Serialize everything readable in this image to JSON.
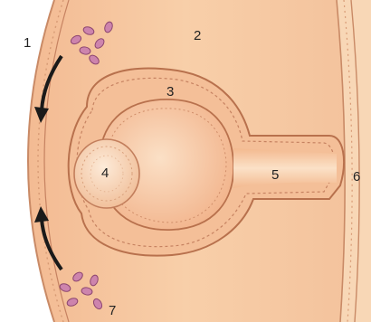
{
  "labels": {
    "l1": "1",
    "l2": "2",
    "l3": "3",
    "l4": "4",
    "l5": "5",
    "l6": "6",
    "l7": "7"
  },
  "colors": {
    "background": "#f6c9a2",
    "tissue_light": "#f9d7b6",
    "tissue_dark": "#e9a57c",
    "epithelium_outline": "#b8714d",
    "cell_fill": "#fbe8d4",
    "blood_cell": "#c77aa3",
    "arrow": "#1a1a1a"
  }
}
